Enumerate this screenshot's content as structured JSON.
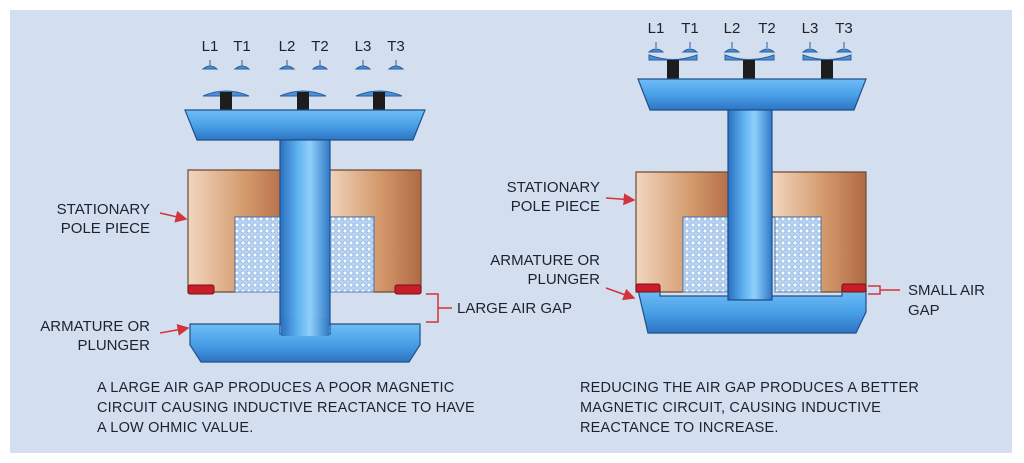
{
  "left": {
    "terminals": [
      "L1",
      "T1",
      "L2",
      "T2",
      "L3",
      "T3"
    ],
    "pole_label": [
      "STATIONARY",
      "POLE PIECE"
    ],
    "armature_label": [
      "ARMATURE OR",
      "PLUNGER"
    ],
    "gap_label": "LARGE AIR GAP",
    "caption": [
      "A LARGE AIR GAP PRODUCES A POOR MAGNETIC",
      "CIRCUIT CAUSING INDUCTIVE REACTANCE TO HAVE",
      "A LOW OHMIC VALUE."
    ]
  },
  "right": {
    "terminals": [
      "L1",
      "T1",
      "L2",
      "T2",
      "L3",
      "T3"
    ],
    "pole_label": [
      "STATIONARY",
      "POLE PIECE"
    ],
    "armature_label": [
      "ARMATURE OR",
      "PLUNGER"
    ],
    "gap_label": [
      "SMALL AIR",
      "GAP"
    ],
    "caption": [
      "REDUCING THE AIR GAP PRODUCES A BETTER",
      "MAGNETIC CIRCUIT, CAUSING INDUCTIVE",
      "REACTANCE TO INCREASE."
    ]
  },
  "colors": {
    "panel": "#d3dfee",
    "blue_steel": "#3d8fdc",
    "copper": "#c9875a",
    "coil": "#a9c9ec",
    "gap_pad": "#c81e2a",
    "arrow": "#d3333a"
  }
}
